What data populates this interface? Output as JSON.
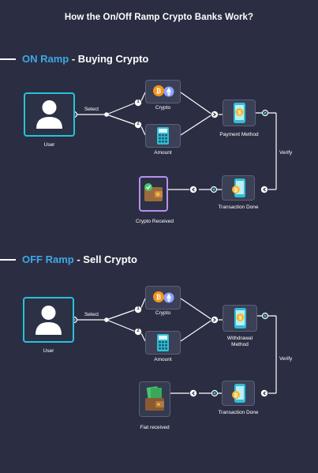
{
  "title": "How the On/Off Ramp Crypto Banks Work?",
  "on_ramp": {
    "heading_highlight": "ON Ramp",
    "heading_rest": "- Buying Crypto",
    "user_label": "User",
    "select_label": "Select",
    "badge_1": "1",
    "badge_2": "2",
    "crypto_label": "Crypto",
    "amount_label": "Amount",
    "payment_label": "Payment Method",
    "verify_label": "Verify",
    "txn_label": "Transaction Done",
    "received_label": "Crypto Received"
  },
  "off_ramp": {
    "heading_highlight": "OFF Ramp",
    "heading_rest": "- Sell Crypto",
    "user_label": "User",
    "select_label": "Select",
    "badge_1": "1",
    "badge_2": "2",
    "crypto_label": "Crypto",
    "amount_label": "Amount",
    "withdrawal_label": "Withdrawal Method",
    "verify_label": "Verify",
    "txn_label": "Transaction Done",
    "received_label": "Fiat received"
  },
  "colors": {
    "background": "#2b2e42",
    "accent_cyan": "#27c2da",
    "accent_purple": "#b98ff0",
    "heading_blue": "#3ea7e8"
  }
}
